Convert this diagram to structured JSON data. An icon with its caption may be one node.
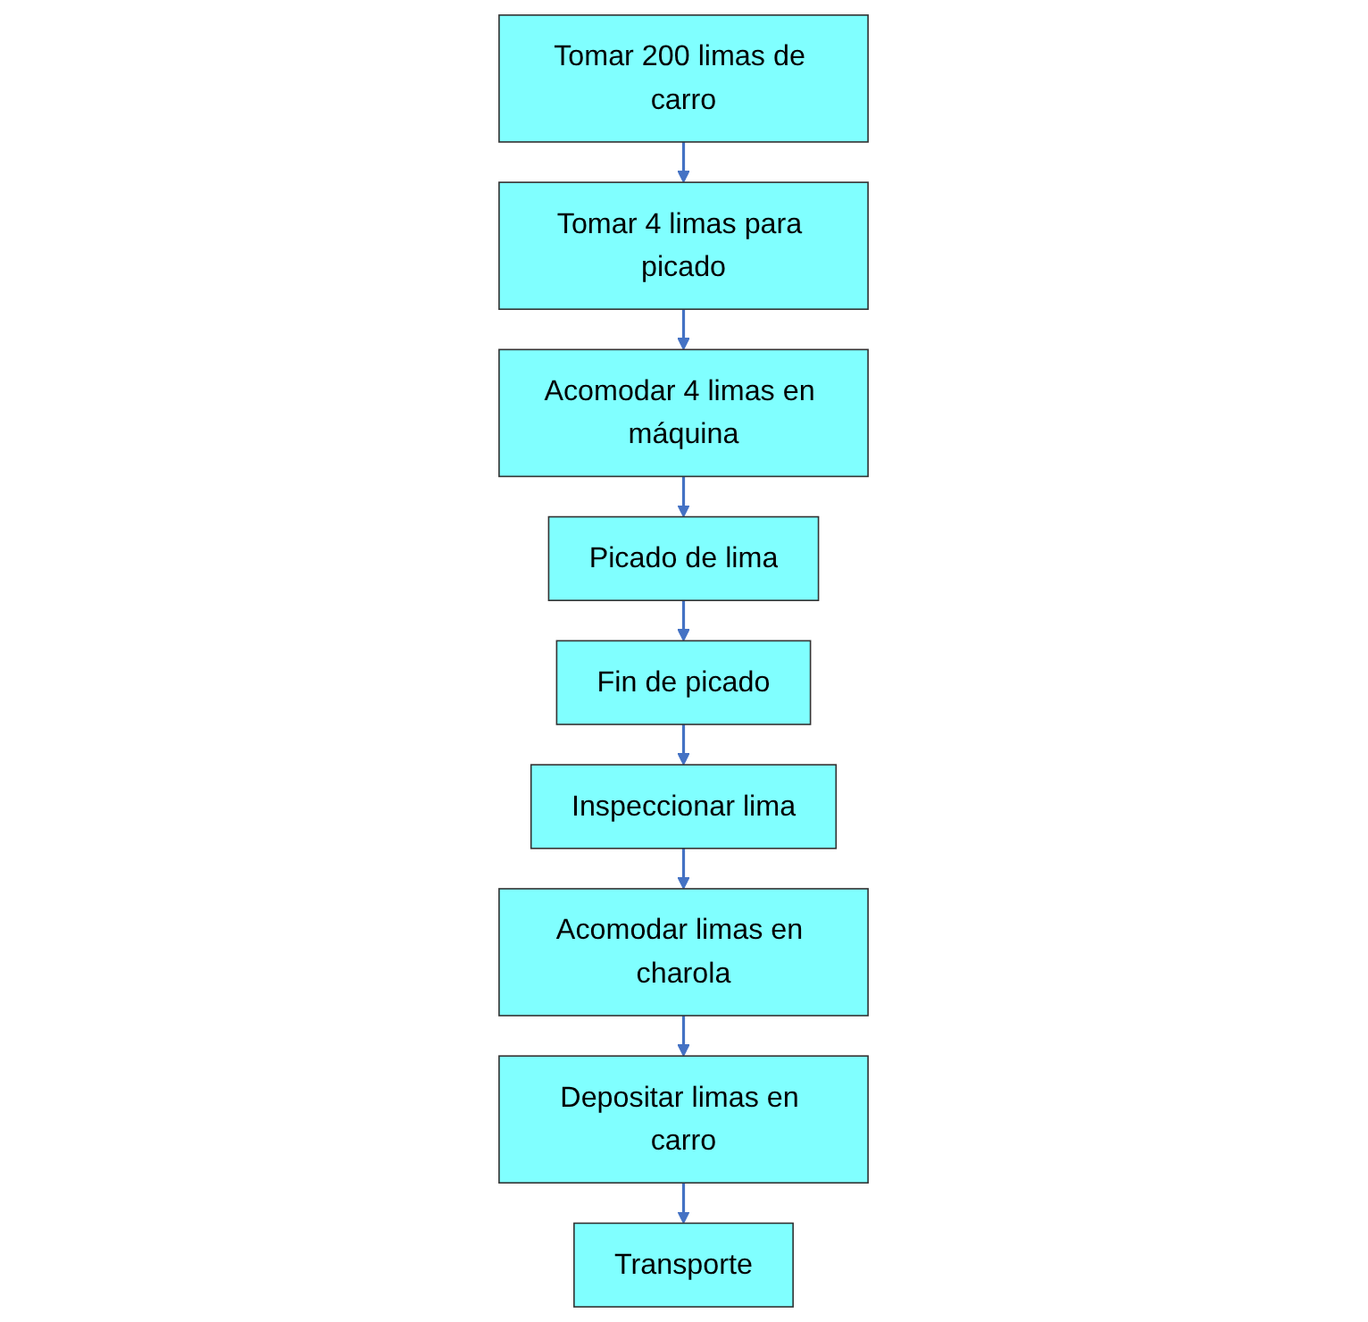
{
  "diagram": {
    "nodes": [
      {
        "text": [
          "Tomar 200 limas de carro"
        ]
      },
      {
        "text": [
          "Tomar 4 limas para picado"
        ]
      },
      {
        "text": [
          "Acomodar 4 limas en máquina"
        ]
      },
      {
        "text": [
          "Picado de lima"
        ]
      },
      {
        "text": [
          "Fin de picado"
        ]
      },
      {
        "text": [
          "Inspeccionar lima"
        ]
      },
      {
        "text": [
          "Acomodar limas en charola"
        ]
      },
      {
        "text": [
          "Depositar limas en carro"
        ]
      },
      {
        "text": [
          "Transporte"
        ]
      }
    ],
    "edges": [
      {
        "from": 0,
        "to": 1,
        "arrow": "to"
      },
      {
        "from": 1,
        "to": 2,
        "arrow": "to"
      },
      {
        "from": 2,
        "to": 3,
        "arrow": "to"
      },
      {
        "from": 3,
        "to": 4,
        "arrow": "to"
      },
      {
        "from": 4,
        "to": 5,
        "arrow": "to"
      },
      {
        "from": 5,
        "to": 6,
        "arrow": "to"
      },
      {
        "from": 6,
        "to": 7,
        "arrow": "to"
      },
      {
        "from": 7,
        "to": 8,
        "arrow": "to"
      }
    ]
  }
}
